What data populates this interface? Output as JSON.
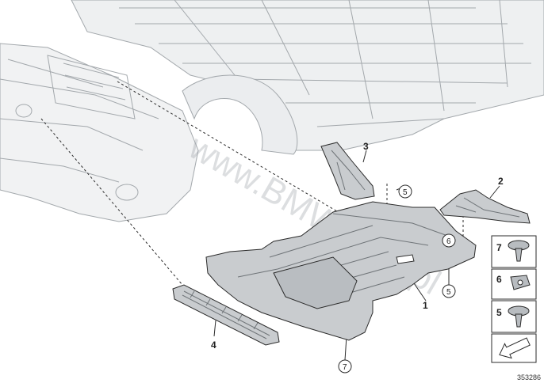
{
  "callouts": {
    "c1": "1",
    "c2": "2",
    "c3": "3",
    "c4": "4"
  },
  "circled": {
    "c5a": "5",
    "c5b": "5",
    "c6": "6",
    "c7": "7"
  },
  "legend": {
    "item7": "7",
    "item6": "6",
    "item5": "5"
  },
  "watermark": "www.BMWstore.pl",
  "diagram_id": "353286",
  "colors": {
    "line": "#2b2b2b",
    "part_fill": "#c9cccf",
    "body_fill": "#eef0f1",
    "body_line": "#9ea3a7"
  }
}
